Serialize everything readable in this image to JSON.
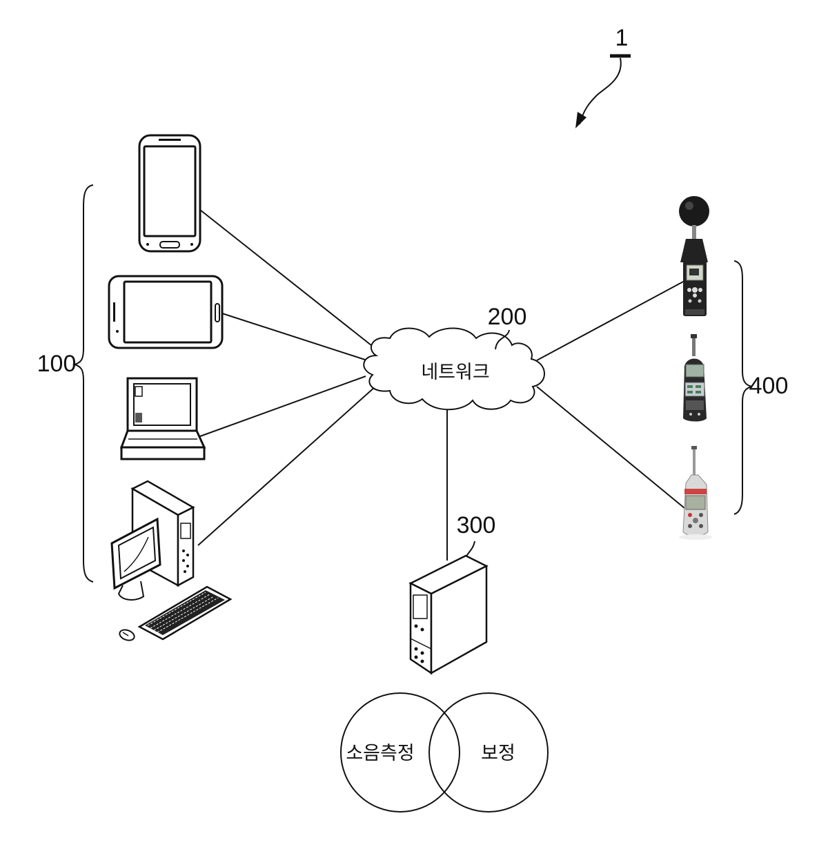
{
  "labels": {
    "system": "1",
    "clients": "100",
    "network_ref": "200",
    "network_text": "네트워크",
    "server": "300",
    "sound_meters": "400",
    "function_1": "소음측정",
    "function_2": "보정"
  },
  "devices": {
    "clients": [
      "smartphone-icon",
      "tablet-icon",
      "laptop-icon",
      "desktop-computer-icon"
    ],
    "server": "server-tower-icon",
    "meters": [
      "sound-level-meter-icon",
      "sound-level-meter-icon",
      "sound-level-meter-icon"
    ]
  }
}
